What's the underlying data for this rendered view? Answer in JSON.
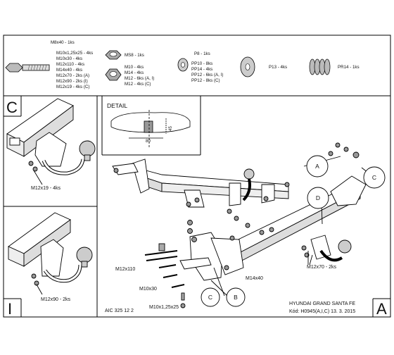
{
  "parts": {
    "bolt_lines": [
      "M8x40 - 1ks",
      "",
      "M10x1,25x25 - 4ks",
      "M10x30 - 4ks",
      "M12x110 - 4ks",
      "M14x40 - 4ks",
      "M12x70 - 2ks (A)",
      "M12x90 - 2ks (I)",
      "M12x19 - 4ks (C)"
    ],
    "nut_top": "MS8 - 1ks",
    "nut_lines": [
      "M10 - 4ks",
      "M14 - 4ks",
      "M12 - 6ks (A, I)",
      "M12 - 4ks (C)"
    ],
    "washer_top": "P8 - 1ks",
    "washer_lines": [
      "PP10 - 8ks",
      "PP14 - 4ks",
      "PP12 - 6ks (A, I)",
      "PP12 - 8ks (C)"
    ],
    "big_washer": "P13 - 4ks",
    "spring": "PR14 - 1ks"
  },
  "panel_c": {
    "letter": "C",
    "label": "M12x19 - 4ks"
  },
  "panel_i": {
    "letter": "I",
    "label": "M12x90 - 2ks"
  },
  "detail": {
    "title": "DETAIL",
    "dim_80": "80",
    "dim_45": "45"
  },
  "main": {
    "callouts": {
      "a": "A",
      "c": "C",
      "d": "D",
      "c2": "C",
      "b": "B"
    },
    "labels": {
      "m12x110": "M12x110",
      "m10x30": "M10x30",
      "m10x125": "M10x1,25x25",
      "m14x40": "M14x40",
      "m12x70": "M12x70 - 2ks"
    },
    "corner_letter": "A"
  },
  "footer": {
    "code": "AIC 325 12 2",
    "vehicle": "HYUNDAI GRAND SANTA FE",
    "kod": "Kód: H0945(A,I,C)  13. 3. 2015"
  }
}
